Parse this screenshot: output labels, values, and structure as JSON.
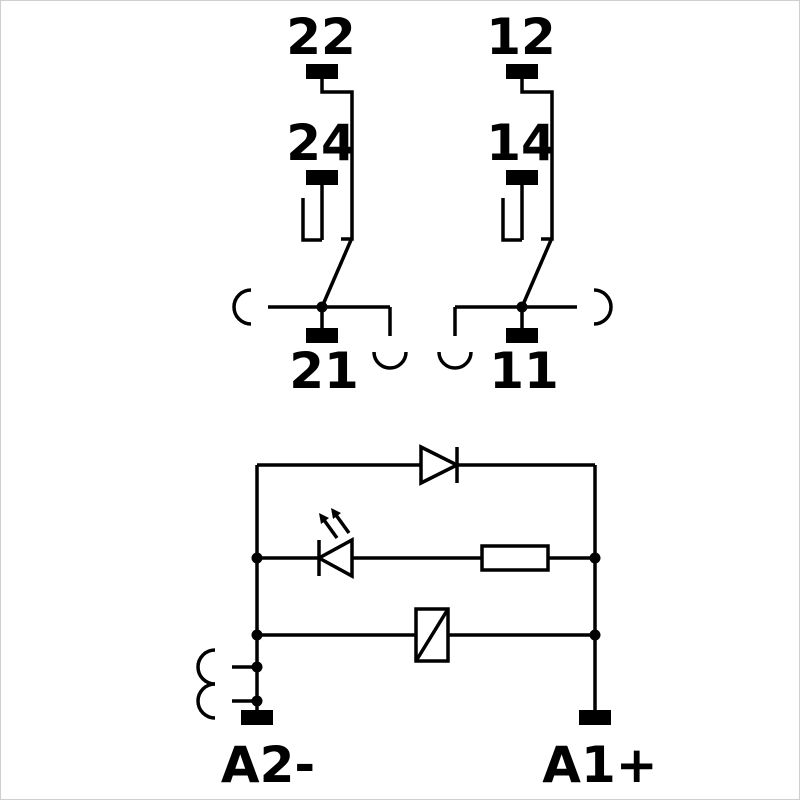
{
  "diagram": {
    "kind": "relay-contact-and-coil-schematic",
    "colors": {
      "line": "#000000",
      "background": "#ffffff",
      "frame_border": "#cfcfcf"
    },
    "contacts": {
      "left": {
        "nc_label": "22",
        "no_label": "24",
        "common_label": "21"
      },
      "right": {
        "nc_label": "12",
        "no_label": "14",
        "common_label": "11"
      }
    },
    "coil_terminals": {
      "negative_label": "A2-",
      "positive_label": "A1+"
    },
    "symbols": [
      "suppressor-diode",
      "led-with-emission-arrows",
      "resistor",
      "relay-coil",
      "socket-contact-arcs"
    ]
  }
}
